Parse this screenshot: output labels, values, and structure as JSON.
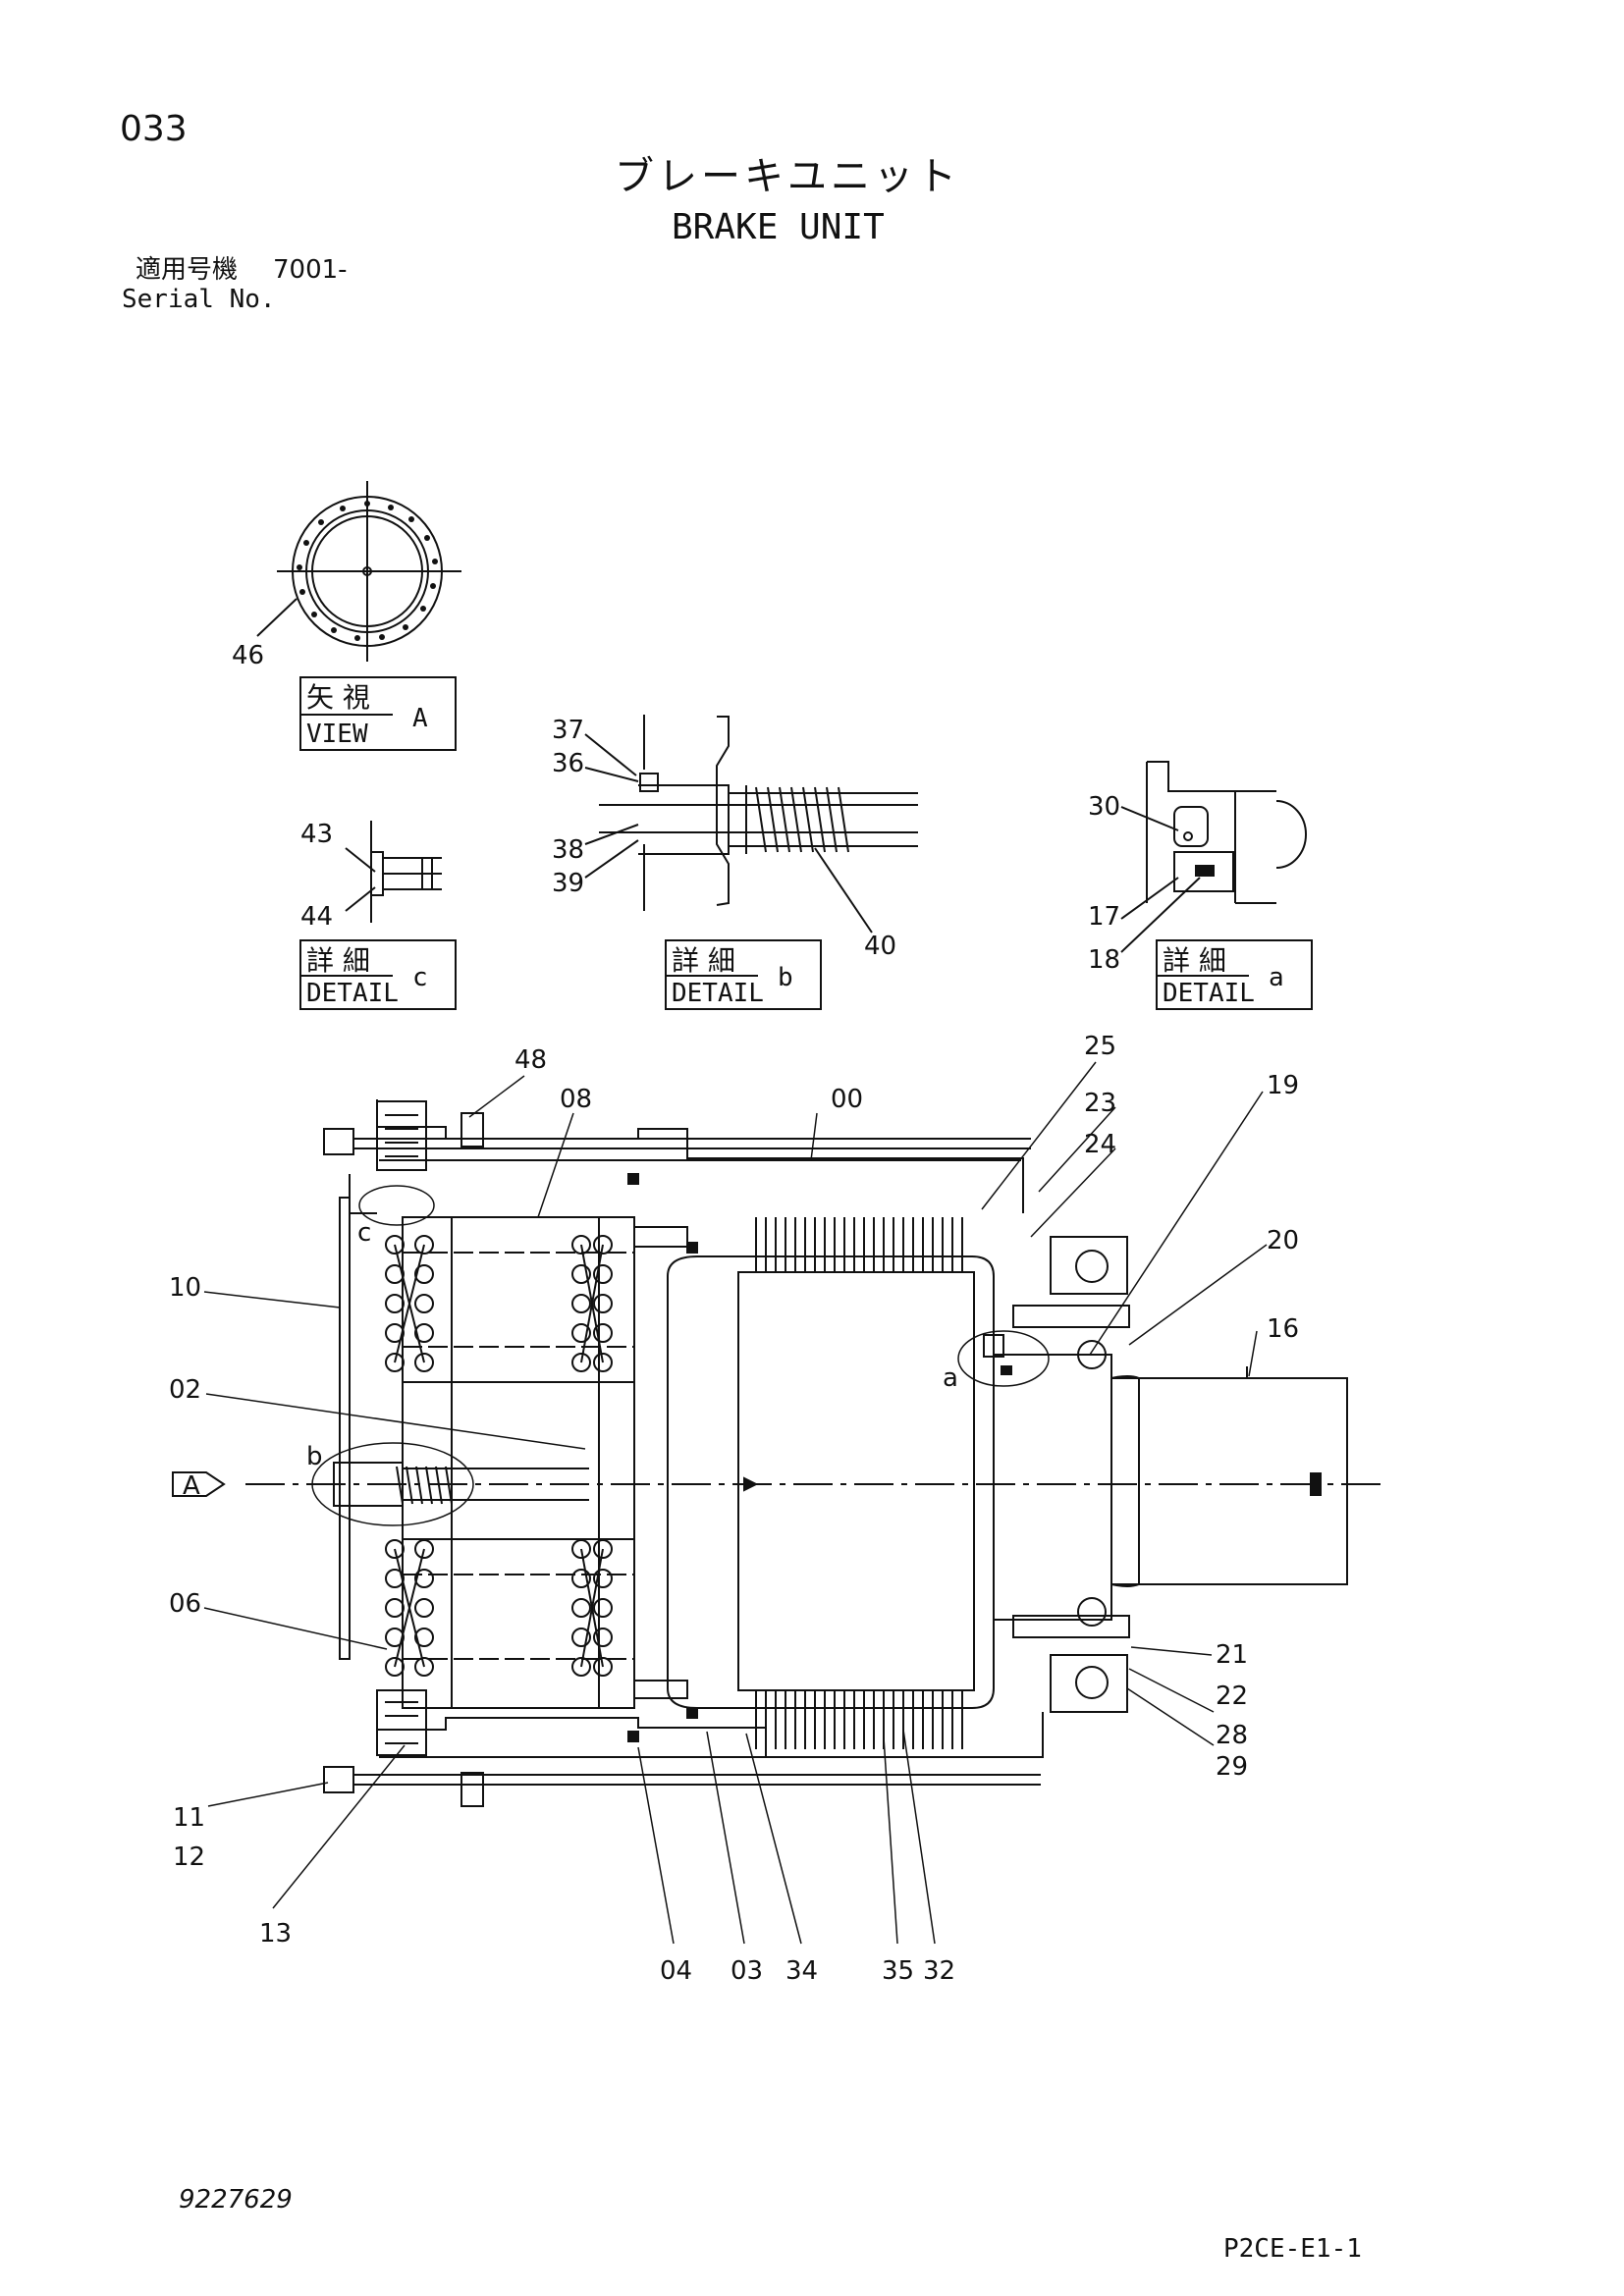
{
  "header": {
    "page_number": "033",
    "title_jp": "ブレーキユニット",
    "title_en": "BRAKE UNIT",
    "serial_label_jp": "適用号機",
    "serial_value": "7001-",
    "serial_label_en": "Serial No."
  },
  "footer": {
    "document_number": "9227629",
    "page_code": "P2CE-E1-1"
  },
  "views": {
    "view_a": {
      "jp": "矢 視",
      "en": "VIEW",
      "letter": "A"
    },
    "detail_c": {
      "jp": "詳 細",
      "en": "DETAIL",
      "letter": "c"
    },
    "detail_b": {
      "jp": "詳 細",
      "en": "DETAIL",
      "letter": "b"
    },
    "detail_a": {
      "jp": "詳 細",
      "en": "DETAIL",
      "letter": "a"
    },
    "main_arrow_letter": "A",
    "callout_a": "a",
    "callout_b": "b",
    "callout_c": "c"
  },
  "part_labels": {
    "p46": "46",
    "p43": "43",
    "p44": "44",
    "p37": "37",
    "p36": "36",
    "p38": "38",
    "p39": "39",
    "p40": "40",
    "p30": "30",
    "p17": "17",
    "p18": "18",
    "p48": "48",
    "p08": "08",
    "p00": "00",
    "p25": "25",
    "p23": "23",
    "p24": "24",
    "p19": "19",
    "p20": "20",
    "p16": "16",
    "p10": "10",
    "p02": "02",
    "p06": "06",
    "p11": "11",
    "p12": "12",
    "p13": "13",
    "p21": "21",
    "p22": "22",
    "p28": "28",
    "p29": "29",
    "p04": "04",
    "p03": "03",
    "p34": "34",
    "p35": "35",
    "p32": "32"
  }
}
